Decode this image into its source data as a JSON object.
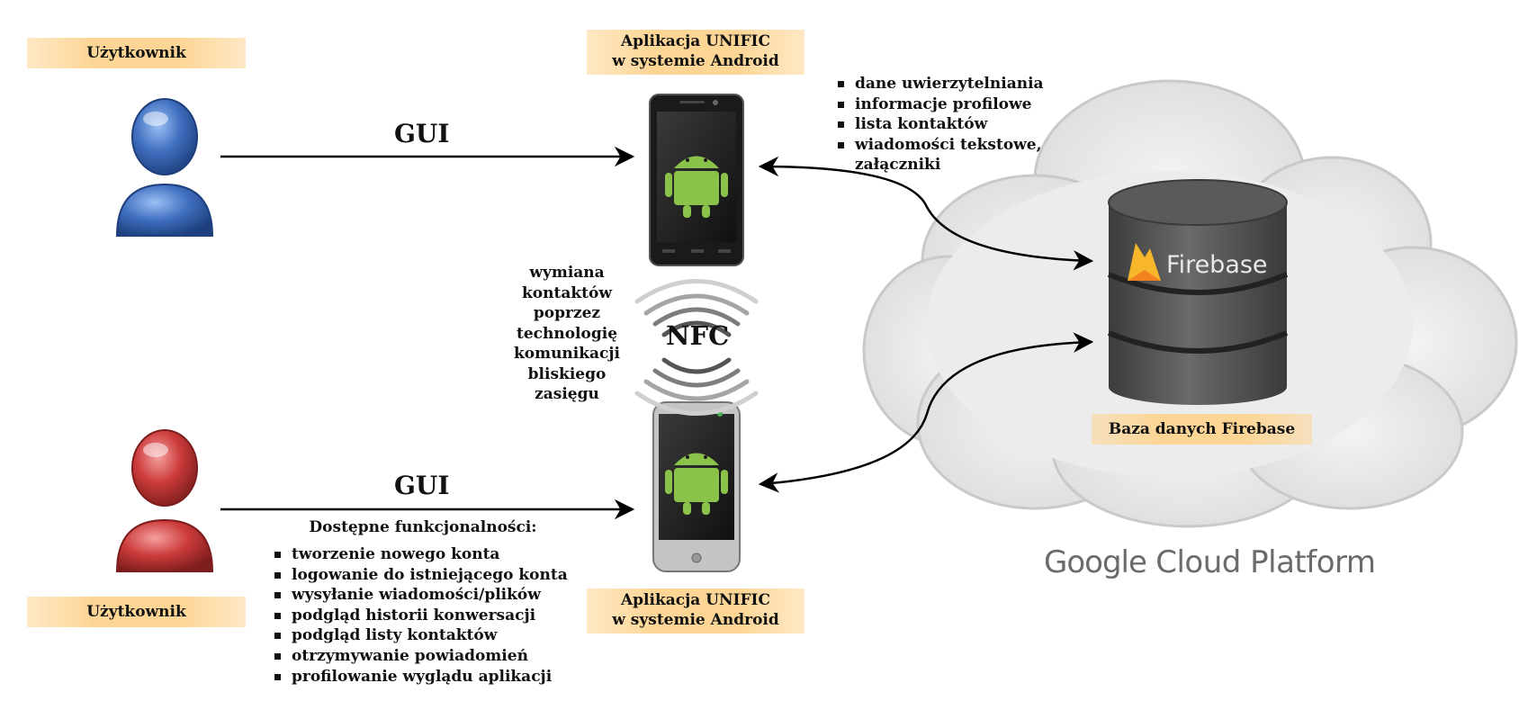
{
  "user_top": {
    "label": "Użytkownik",
    "color": "#3f6fbf"
  },
  "user_bottom": {
    "label": "Użytkownik",
    "color": "#cc3b3b"
  },
  "gui_top": "GUI",
  "gui_bottom": "GUI",
  "app_top": {
    "line1": "Aplikacja UNIFIC",
    "line2": "w systemie Android"
  },
  "app_bottom": {
    "line1": "Aplikacja UNIFIC",
    "line2": "w systemie Android"
  },
  "nfc": {
    "label": "NFC",
    "description": [
      "wymiana",
      "kontaktów",
      "poprzez",
      "technologię",
      "komunikacji",
      "bliskiego",
      "zasięgu"
    ]
  },
  "sync_items": [
    "dane uwierzytelniania",
    "informacje profilowe",
    "lista kontaktów",
    "wiadomości tekstowe,",
    "załączniki"
  ],
  "features": {
    "title": "Dostępne funkcjonalności:",
    "items": [
      "tworzenie nowego konta",
      "logowanie do istniejącego konta",
      "wysyłanie wiadomości/plików",
      "podgląd historii konwersacji",
      "podgląd listy kontaktów",
      "otrzymywanie powiadomień",
      "profilowanie wyglądu aplikacji"
    ]
  },
  "database": {
    "logo_text": "Firebase",
    "label": "Baza danych Firebase"
  },
  "platform": {
    "google": "Google",
    "rest": "Cloud Platform"
  },
  "colors": {
    "tag": "#fdd696",
    "android": "#8bc34a",
    "cloud": "#ececec",
    "db": "#4a4a4a",
    "firebase_flame": "#f8b72a"
  }
}
